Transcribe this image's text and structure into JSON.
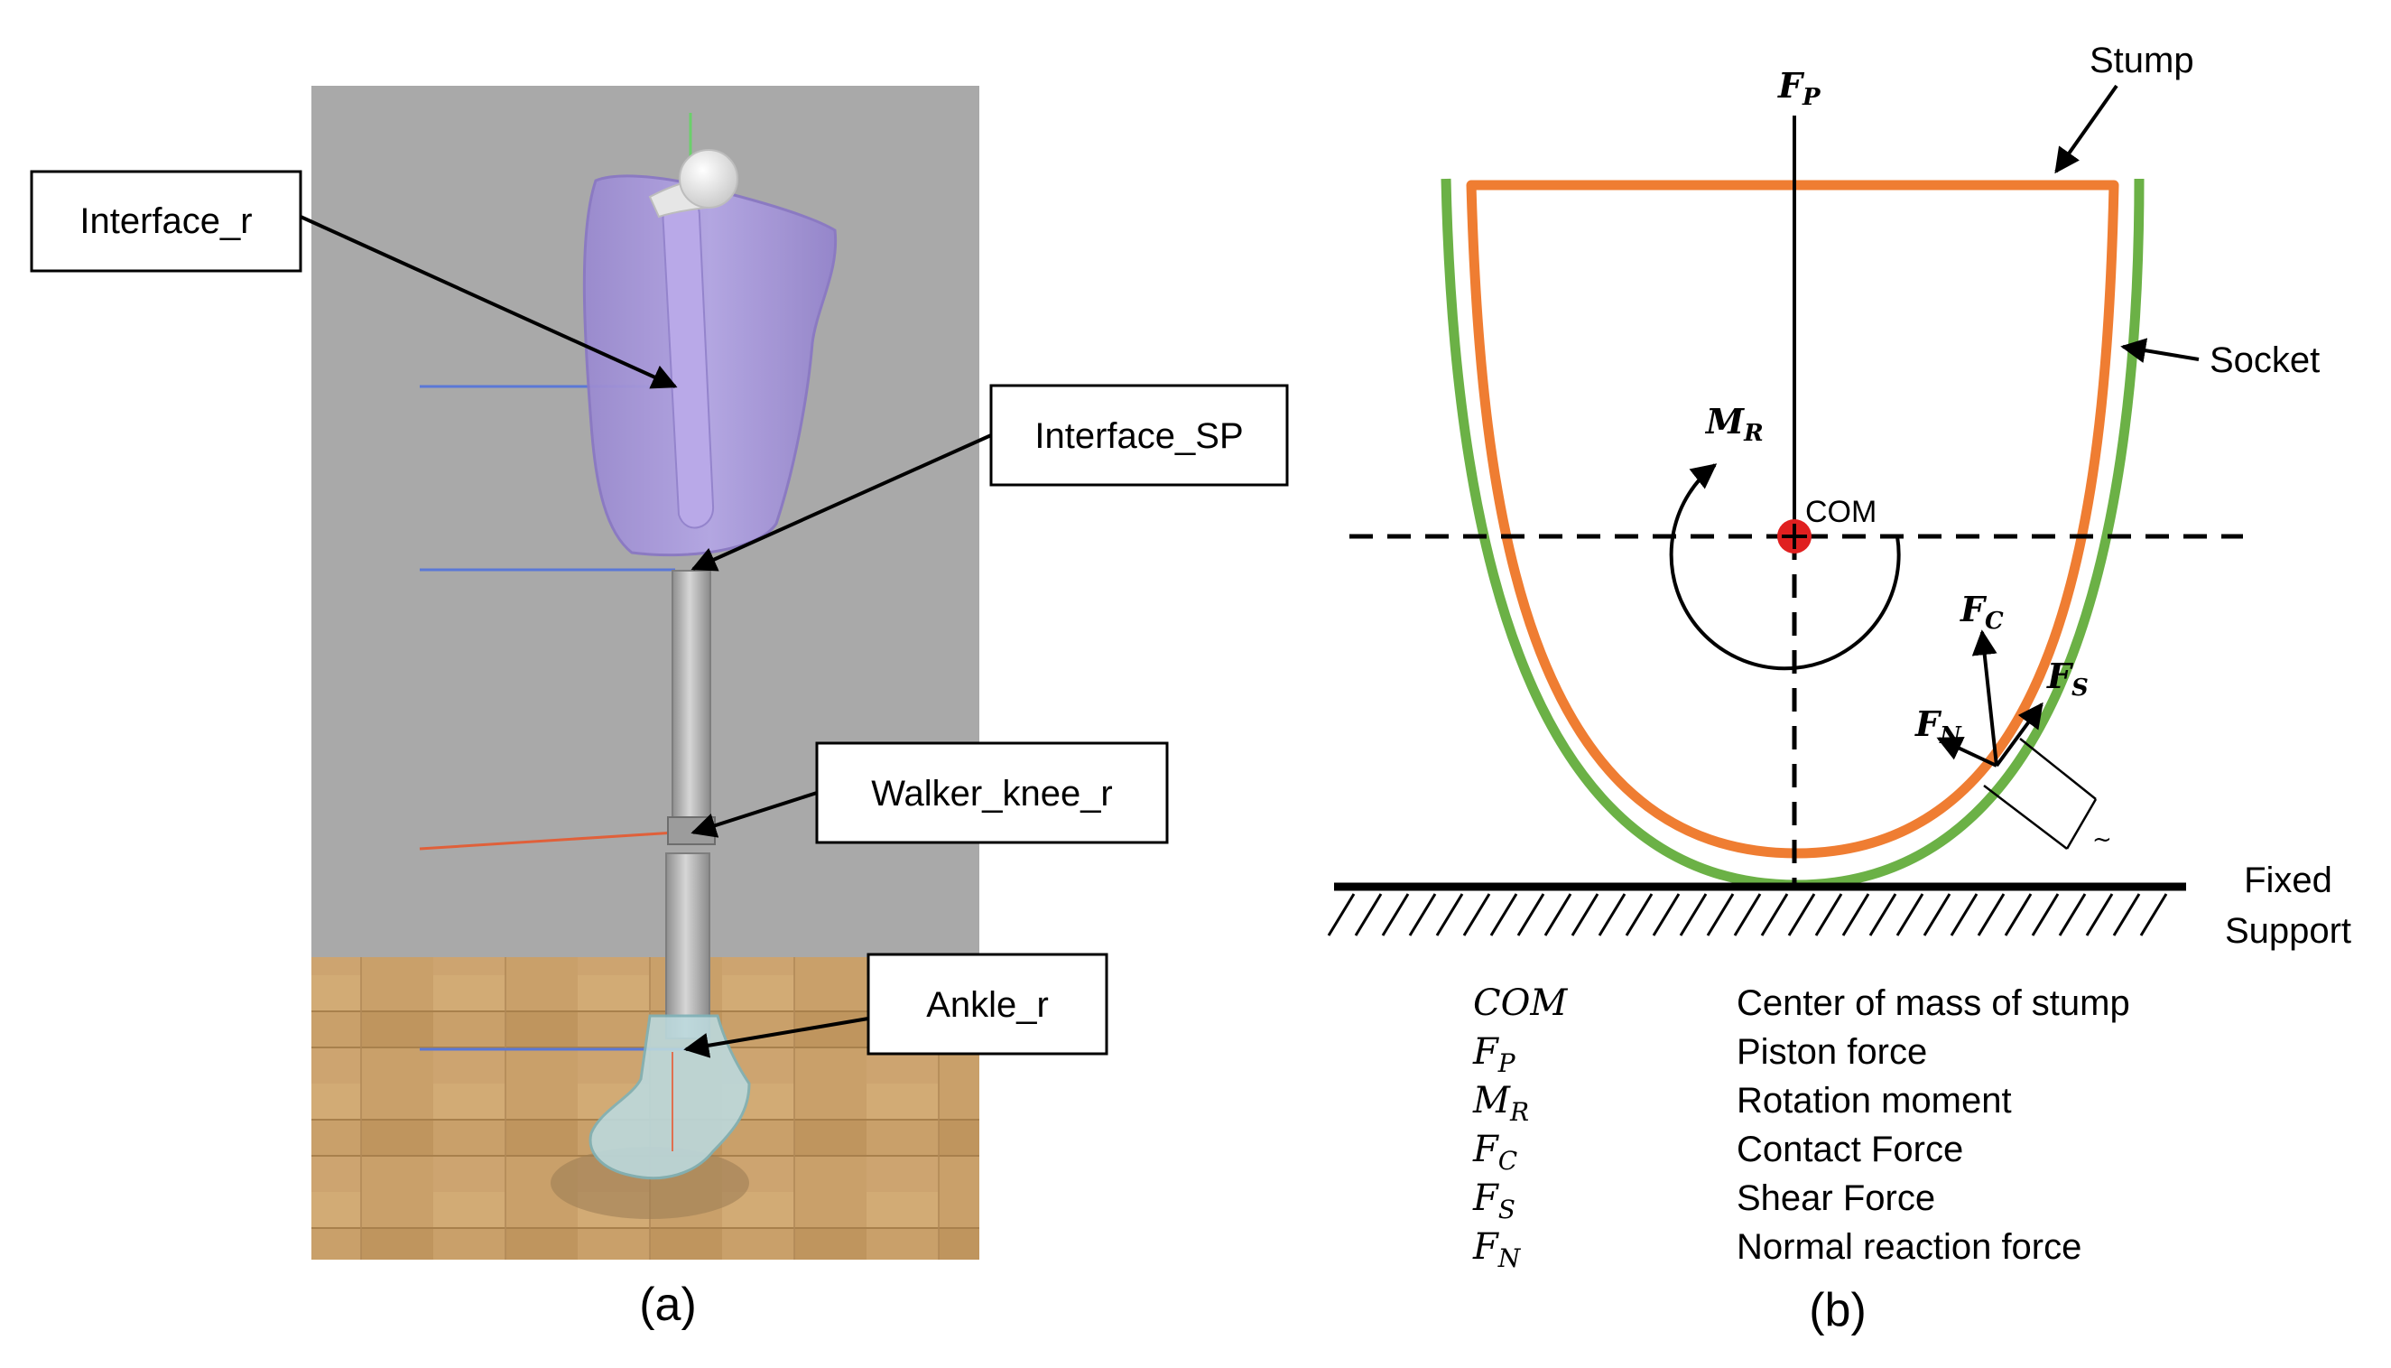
{
  "panel_a": {
    "caption": "(a)",
    "callouts": {
      "interface_r": "Interface_r",
      "interface_sp": "Interface_SP",
      "walker_knee_r": "Walker_knee_r",
      "ankle_r": "Ankle_r"
    },
    "colors": {
      "wall": "#a9a9a9",
      "floor": "#c9a06a",
      "socket": "#a394d8",
      "pylon": "#b9b9b9",
      "foot": "#bcd9dd"
    }
  },
  "panel_b": {
    "caption": "(b)",
    "labels": {
      "stump": "Stump",
      "socket": "Socket",
      "fixed_support_line1": "Fixed",
      "fixed_support_line2": "Support",
      "com": "COM"
    },
    "forces": {
      "fp": {
        "sym": "F",
        "sub": "P"
      },
      "mr": {
        "sym": "M",
        "sub": "R"
      },
      "fc": {
        "sym": "F",
        "sub": "C"
      },
      "fs": {
        "sym": "F",
        "sub": "S"
      },
      "fn": {
        "sym": "F",
        "sub": "N"
      },
      "dim_glyph": "~"
    },
    "legend": [
      {
        "sym": "COM",
        "sub": "",
        "desc": "Center of mass of stump"
      },
      {
        "sym": "F",
        "sub": "P",
        "desc": "Piston force"
      },
      {
        "sym": "M",
        "sub": "R",
        "desc": "Rotation moment"
      },
      {
        "sym": "F",
        "sub": "C",
        "desc": "Contact Force"
      },
      {
        "sym": "F",
        "sub": "S",
        "desc": "Shear Force"
      },
      {
        "sym": "F",
        "sub": "N",
        "desc": "Normal reaction force"
      }
    ],
    "colors": {
      "stump": "#ef7d32",
      "socket": "#6bb146",
      "com": "#e02020"
    }
  }
}
